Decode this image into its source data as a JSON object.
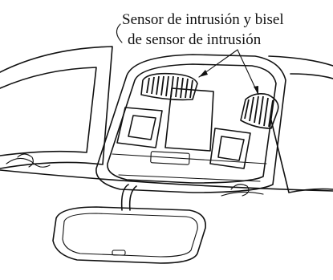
{
  "callout": {
    "line1": "Sensor de intrusión y bisel",
    "line2": "de sensor de intrusión"
  },
  "icons": {
    "overhead_console": "overhead-console-illustration",
    "intrusion_sensor_left": "intrusion-sensor-grille",
    "intrusion_sensor_right": "intrusion-sensor-grille",
    "rearview_mirror": "rearview-mirror-illustration"
  }
}
